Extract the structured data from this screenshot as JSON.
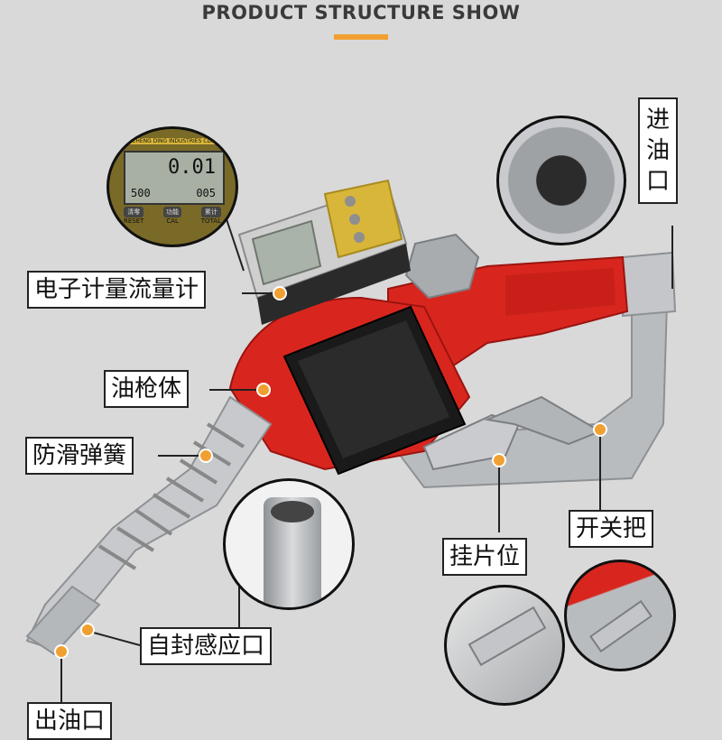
{
  "header": {
    "title": "PRODUCT STRUCTURE SHOW"
  },
  "callouts": {
    "inlet": "进油口",
    "meter": "电子计量流量计",
    "body": "油枪体",
    "spring": "防滑弹簧",
    "switch": "开关把",
    "clip": "挂片位",
    "seal": "自封感应口",
    "outlet": "出油口"
  },
  "meter_display": {
    "brand": "CHENG DING INDUSTRIES CDI",
    "reading_main": "0.01",
    "reading_left": "500",
    "reading_right": "005",
    "buttons": [
      "清零",
      "功能",
      "累计"
    ],
    "buttons_sub": [
      "RESET",
      "CAL",
      "TOTAL"
    ]
  },
  "colors": {
    "accent": "#f0a030",
    "nozzle_red": "#d8261e",
    "metal": "#b9bcbf",
    "background": "#d9d9d9"
  }
}
